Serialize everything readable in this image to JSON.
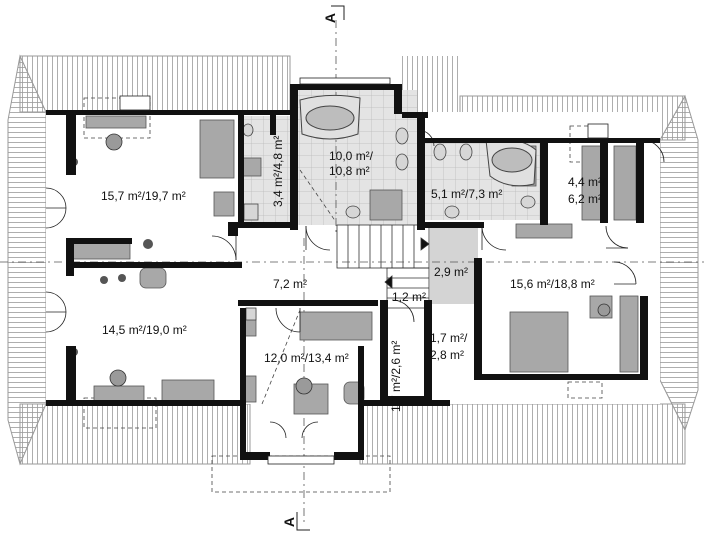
{
  "plan": {
    "section_marker": "A",
    "rooms": [
      {
        "key": "room_top_left",
        "area": "15,7 m²/19,7 m²"
      },
      {
        "key": "room_toilet",
        "area": "3,4 m²/4,8 m²"
      },
      {
        "key": "room_bath_main",
        "area": "10,0 m²/\n10,8 m²"
      },
      {
        "key": "room_bath_small",
        "area": "5,1 m²/7,3 m²"
      },
      {
        "key": "room_closet",
        "area": "4,4 m²/\n6,2 m²"
      },
      {
        "key": "room_hall",
        "area": "7,2 m²"
      },
      {
        "key": "room_landing",
        "area": "2,9 m²"
      },
      {
        "key": "room_stair",
        "area": "1,2 m²"
      },
      {
        "key": "room_bedroom_right",
        "area": "15,6 m²/18,8 m²"
      },
      {
        "key": "room_bottom_left",
        "area": "14,5 m²/19,0 m²"
      },
      {
        "key": "room_center",
        "area": "12,0 m²/13,4 m²"
      },
      {
        "key": "room_store",
        "area": "1,7 m²/\n2,8 m²"
      },
      {
        "key": "room_corridor",
        "area": "1,7 m²/2,6 m²"
      }
    ]
  },
  "colors": {
    "wall": "#111111",
    "roof_line": "#9a9a9a",
    "tile": "#c9c9c9",
    "furniture": "#a8a8a8",
    "landing_fill": "#d4d4d4"
  }
}
